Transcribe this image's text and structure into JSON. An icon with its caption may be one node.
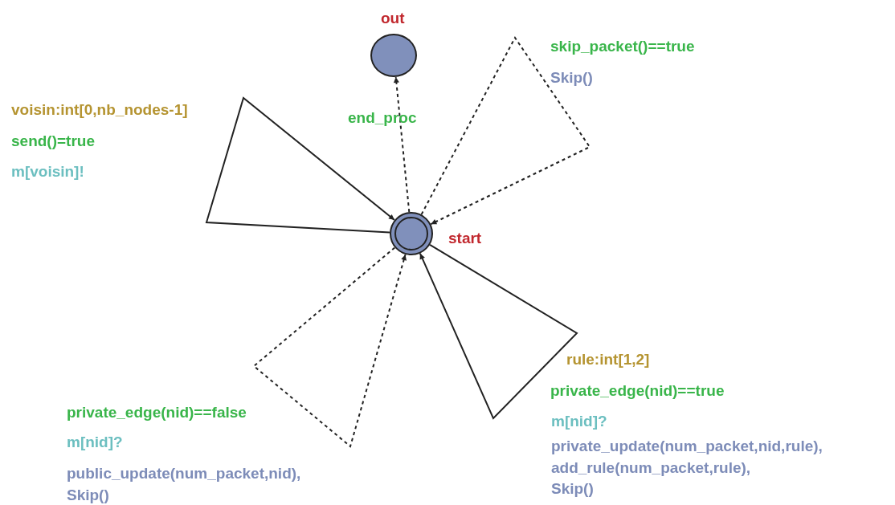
{
  "diagram": {
    "nodes": [
      {
        "text": [
          "out"
        ]
      },
      {
        "text": [
          "start"
        ]
      }
    ],
    "edges": [
      {
        "from": 1,
        "to": 0,
        "arrow": "to",
        "style": "dashed",
        "label": "end_proc"
      },
      {
        "from": 1,
        "to": 1,
        "arrow": "to",
        "style": "dashed"
      },
      {
        "from": 1,
        "to": 1,
        "arrow": "to"
      },
      {
        "from": 1,
        "to": 1,
        "arrow": "to"
      },
      {
        "from": 1,
        "to": 1,
        "arrow": "to",
        "style": "dashed"
      }
    ],
    "labels": [
      "skip_packet()==true",
      "Skip()",
      "voisin:int[0,nb_nodes-1]",
      "send()=true",
      "m[voisin]!",
      "rule:int[1,2]",
      "private_edge(nid)==true",
      "private_edge(nid)==false",
      "m[nid]?",
      "m[nid]?",
      "private_update(num_packet,nid,rule),",
      "add_rule(num_packet,rule),",
      "public_update(num_packet,nid),",
      "Skip()",
      "Skip()"
    ]
  }
}
